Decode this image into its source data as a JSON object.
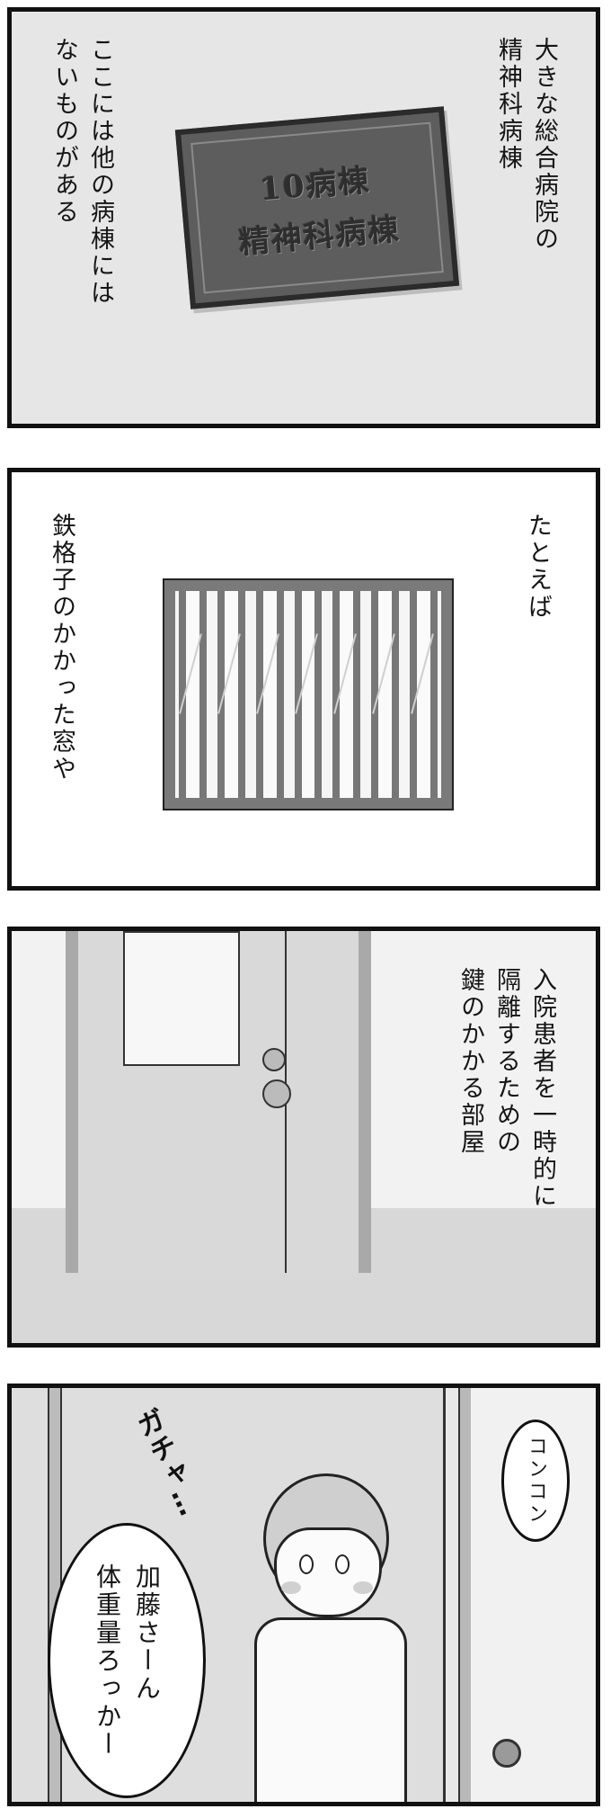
{
  "panel1": {
    "sign_line1": "10病棟",
    "sign_line2": "精神科病棟",
    "narration_right": "大きな総合病院の\n精神科病棟",
    "narration_left": "ここには他の病棟には\nないものがある"
  },
  "panel2": {
    "narration_right": "たとえば",
    "narration_left": "鉄格子のかかった窓や"
  },
  "panel3": {
    "narration": "入院患者を一時的に\n隔離するための\n鍵のかかる部屋"
  },
  "panel4": {
    "knock_bubble": "コンコン",
    "sfx": "ガチャ…",
    "speech": "加藤さーん\n体重量ろっかー"
  },
  "colors": {
    "border": "#111111",
    "panel_bg": "#e9e9e9",
    "ink": "#1a1a1a"
  }
}
